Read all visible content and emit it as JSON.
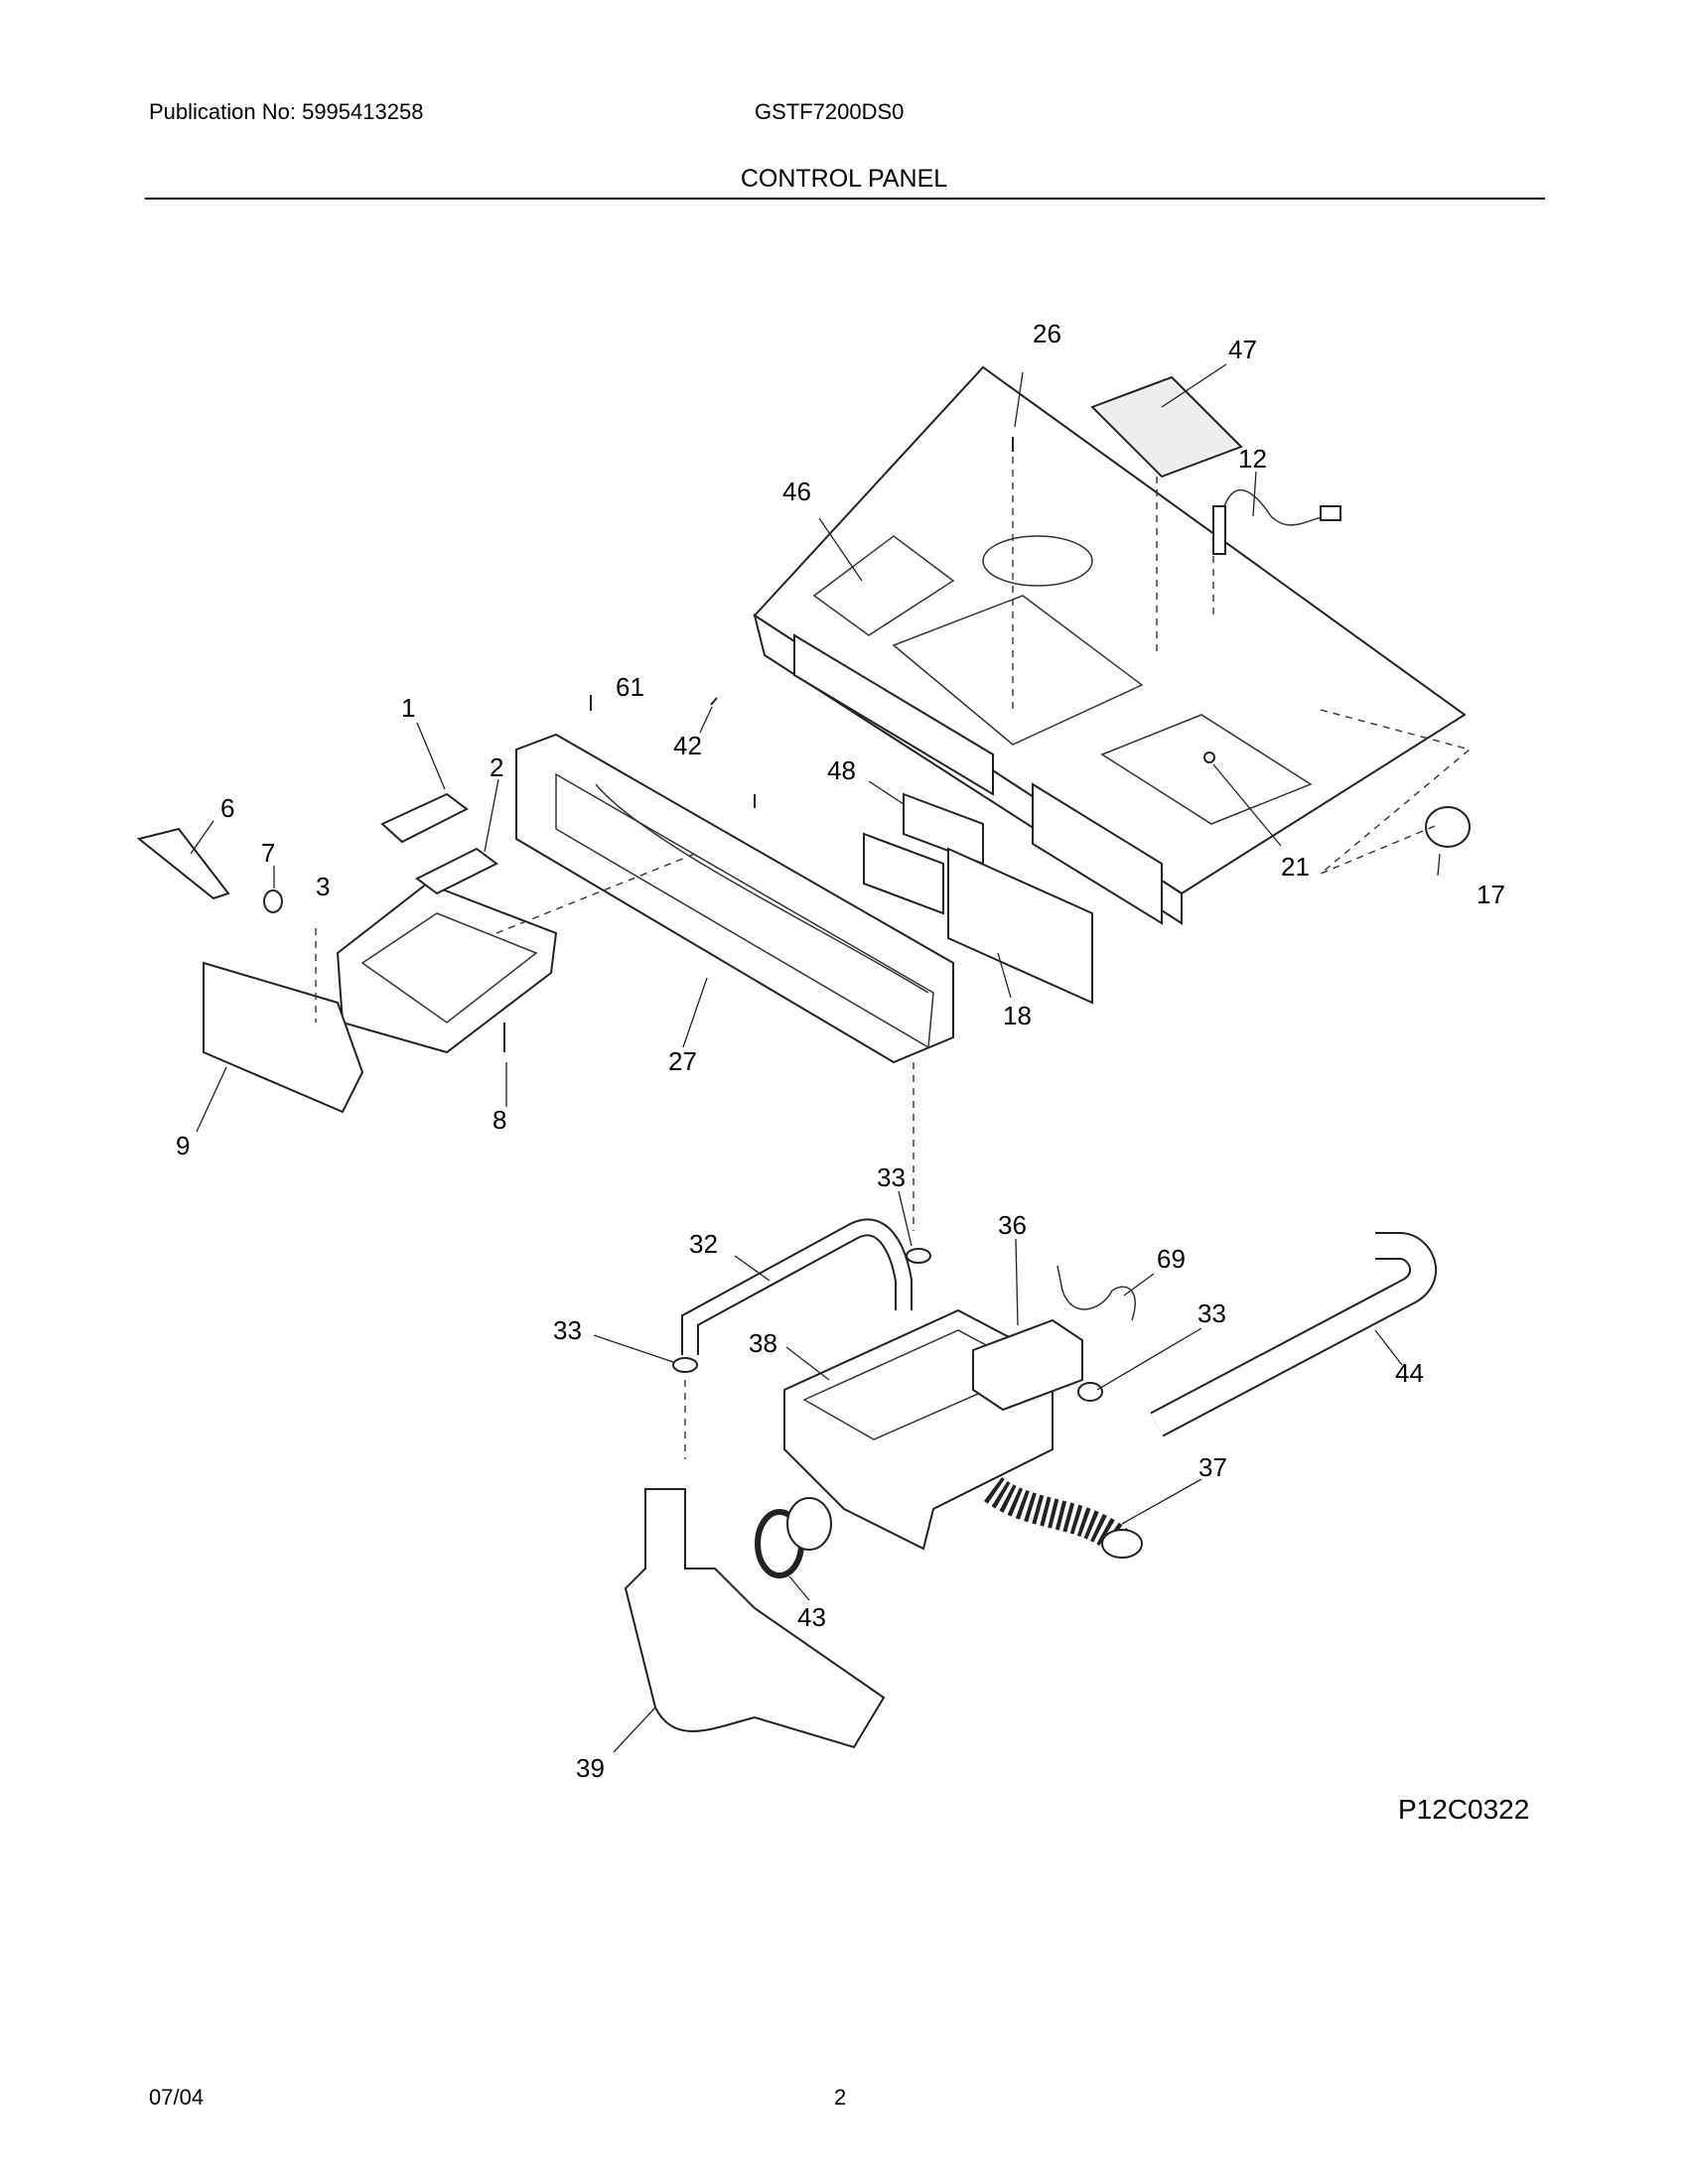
{
  "header": {
    "publication": "Publication No: 5995413258",
    "model": "GSTF7200DS0",
    "section_title": "CONTROL PANEL"
  },
  "part_labels": [
    "1",
    "2",
    "3",
    "6",
    "7",
    "8",
    "9",
    "12",
    "17",
    "18",
    "21",
    "26",
    "27",
    "32",
    "33",
    "33",
    "33",
    "36",
    "37",
    "38",
    "39",
    "42",
    "43",
    "44",
    "46",
    "47",
    "48",
    "61",
    "69"
  ],
  "drawing_code": "P12C0322",
  "footer": {
    "date": "07/04",
    "page": "2"
  }
}
